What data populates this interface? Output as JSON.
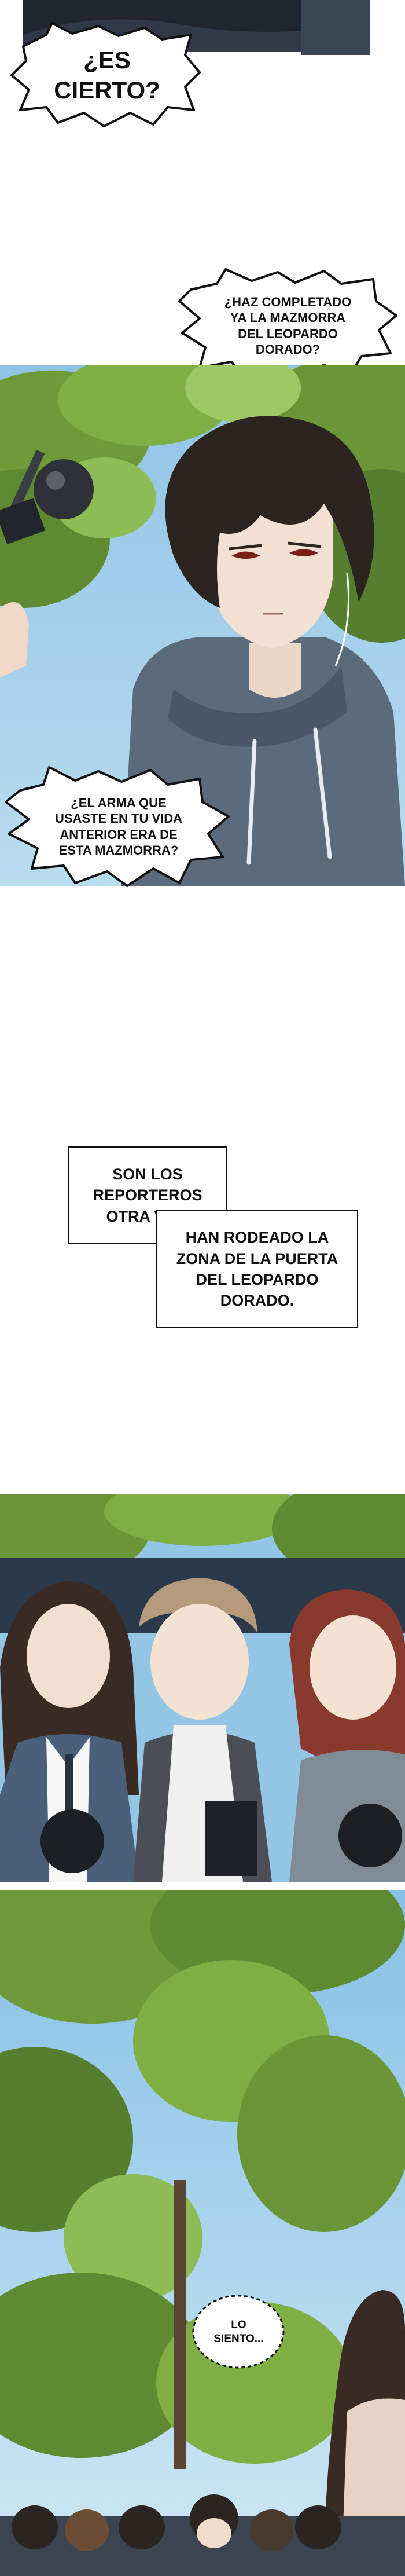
{
  "bubbles": {
    "es_cierto": "¿ES\nCIERTO?",
    "haz_completado": "¿HAZ COMPLETADO\nYA LA MAZMORRA\nDEL LEOPARDO\nDORADO?",
    "el_arma": "¿EL ARMA QUE\nUSASTE EN TU VIDA\nANTERIOR ERA DE\nESTA MAZMORRA?",
    "lo_siento": "LO\nSIENTO..."
  },
  "captions": {
    "reporteros": "SON LOS\nREPORTEROS\nOTRA VEZ.",
    "rodeado": "HAN RODEADO LA\nZONA DE LA PUERTA\nDEL LEOPARDO\nDORADO."
  },
  "colors": {
    "sky_blue": "#8fc3e6",
    "foliage_green": "#6f9a3a",
    "hoodie_gray": "#5c6b7c",
    "hair_dark": "#2b2420",
    "ink": "#111111"
  }
}
